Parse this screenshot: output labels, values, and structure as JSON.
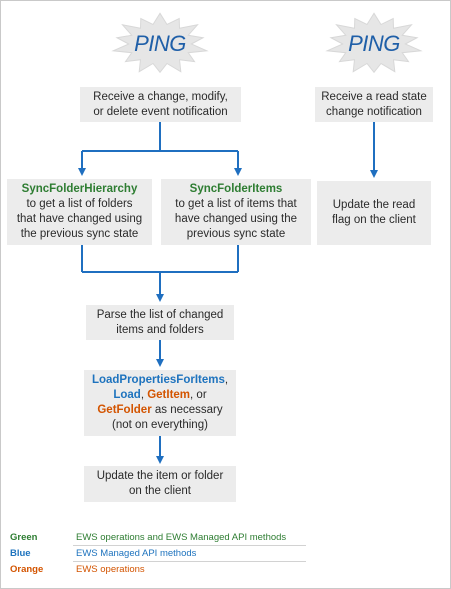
{
  "ping_left": "PING",
  "ping_right": "PING",
  "box_receive_change": {
    "lines": [
      "Receive a change, modify,",
      "or delete event notification"
    ]
  },
  "box_receive_read": {
    "lines": [
      "Receive a read state",
      "change notification"
    ]
  },
  "box_sync_hierarchy": {
    "op": "SyncFolderHierarchy",
    "lines": [
      "to get a list of folders",
      "that have changed using",
      "the previous sync state"
    ]
  },
  "box_sync_items": {
    "op": "SyncFolderItems",
    "lines": [
      "to get a list of items that",
      "have changed using the",
      "previous sync state"
    ]
  },
  "box_update_read": {
    "lines": [
      "Update the read",
      "flag on the client"
    ]
  },
  "box_parse": {
    "lines": [
      "Parse the list of changed",
      "items and folders"
    ]
  },
  "box_load": {
    "op_load_props": "LoadPropertiesForItems",
    "comma1": ",",
    "op_load": "Load",
    "comma2": ", ",
    "op_getitem": "GetItem",
    "or": ", or",
    "op_getfolder": "GetFolder",
    "as_needed": " as necessary",
    "not_all": "(not on everything)"
  },
  "box_update_item": {
    "lines": [
      "Update the item or folder",
      "on the client"
    ]
  },
  "legend": [
    {
      "key": "Green",
      "desc": "EWS operations and EWS Managed API methods",
      "color": "#2e7d32"
    },
    {
      "key": "Blue",
      "desc": "EWS Managed API methods",
      "color": "#1e73be"
    },
    {
      "key": "Orange",
      "desc": "EWS operations",
      "color": "#d35400"
    }
  ],
  "colors": {
    "arrow": "#1f6fc0",
    "box_bg": "#ececec",
    "burst_fill": "#e6e6e6",
    "ping_text": "#1f5fa8"
  }
}
